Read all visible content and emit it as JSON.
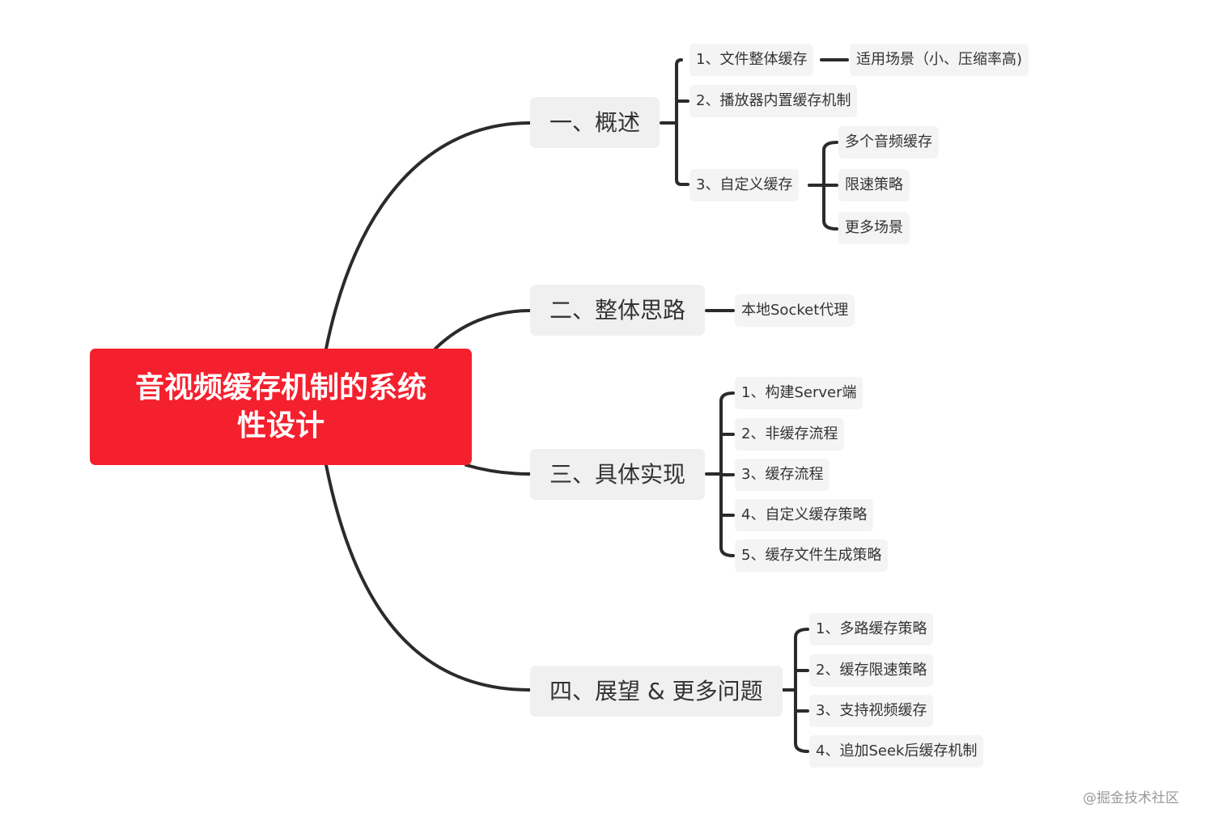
{
  "root": {
    "title": "音视频缓存机制的系统性设计"
  },
  "branches": [
    {
      "label": "一、概述"
    },
    {
      "label": "二、整体思路"
    },
    {
      "label": "三、具体实现"
    },
    {
      "label": "四、展望 & 更多问题"
    }
  ],
  "overview": {
    "items": [
      "1、文件整体缓存",
      "2、播放器内置缓存机制",
      "3、自定义缓存"
    ],
    "file_cache_note": "适用场景（小、压缩率高)",
    "custom_cache_items": [
      "多个音频缓存",
      "限速策略",
      "更多场景"
    ]
  },
  "approach": {
    "items": [
      "本地Socket代理"
    ]
  },
  "implementation": {
    "items": [
      "1、构建Server端",
      "2、非缓存流程",
      "3、缓存流程",
      "4、自定义缓存策略",
      "5、缓存文件生成策略"
    ]
  },
  "outlook": {
    "items": [
      "1、多路缓存策略",
      "2、缓存限速策略",
      "3、支持视频缓存",
      "4、追加Seek后缓存机制"
    ]
  },
  "watermark": "@掘金技术社区",
  "colors": {
    "root_bg": "#f5202e",
    "branch_bg": "#f0f0f0",
    "leaf_bg": "#f4f4f4",
    "connector": "#2b2b2b"
  }
}
